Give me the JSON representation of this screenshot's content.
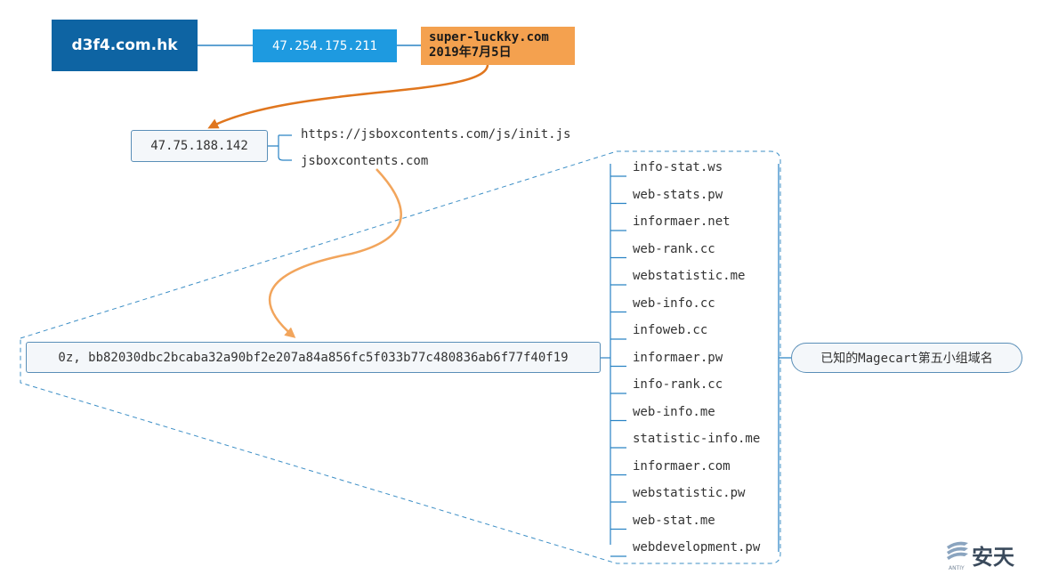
{
  "root": {
    "label": "d3f4.com.hk"
  },
  "ip_primary": {
    "label": "47.254.175.211"
  },
  "registrant": {
    "domain": "super-luckky.com",
    "date": "2019年7月5日"
  },
  "ip_secondary": {
    "label": "47.75.188.142"
  },
  "urls": [
    "https://jsboxcontents.com/js/init.js",
    "jsboxcontents.com"
  ],
  "hash": {
    "label": "0z, bb82030dbc2bcaba32a90bf2e207a84a856fc5f033b77c480836ab6f77f40f19"
  },
  "domains": [
    "info-stat.ws",
    "web-stats.pw",
    "informaer.net",
    "web-rank.cc",
    "webstatistic.me",
    "web-info.cc",
    "infoweb.cc",
    "informaer.pw",
    "info-rank.cc",
    "web-info.me",
    "statistic-info.me",
    "informaer.com",
    "webstatistic.pw",
    " web-stat.me",
    "webdevelopment.pw"
  ],
  "callout": {
    "label": "已知的Magecart第五小组域名"
  },
  "logo": {
    "text": "安天",
    "subtext": "ANTIY"
  },
  "colors": {
    "root": "#0e64a3",
    "ip_primary": "#1e9ae0",
    "registrant": "#f4a14f",
    "arrow_dark": "#e0761e",
    "arrow_light": "#f2a55c",
    "connector": "#2a83c4",
    "dashed": "#3d8fc6"
  }
}
